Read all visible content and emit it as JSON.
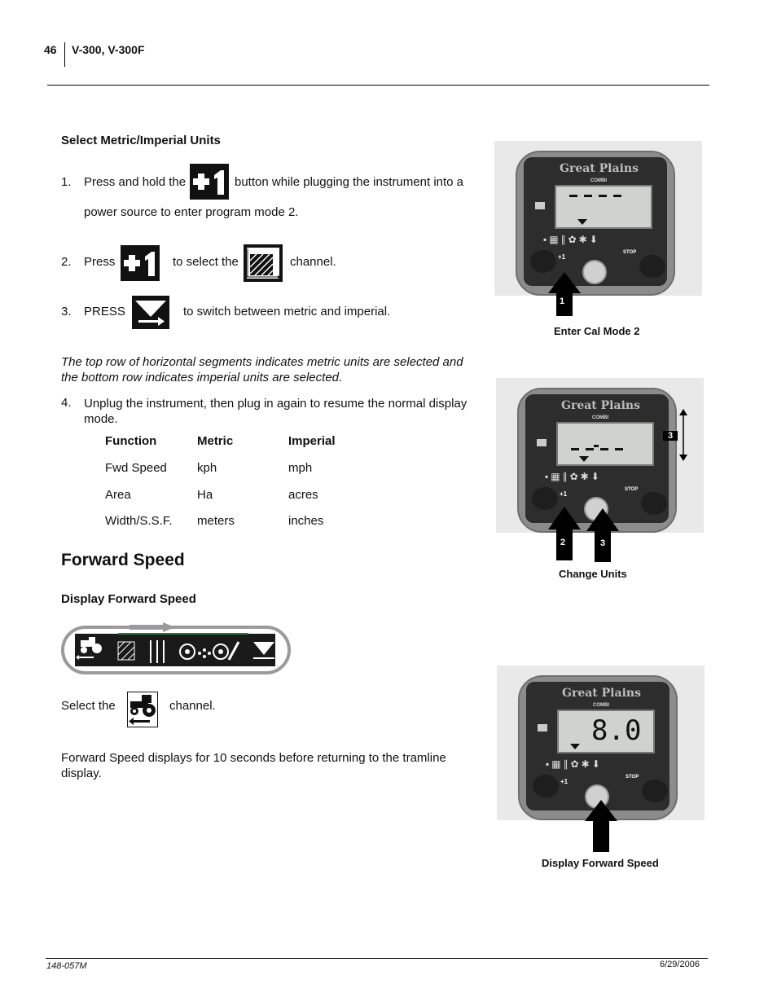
{
  "header": {
    "page_number": "46",
    "model": "V-300, V-300F"
  },
  "footer": {
    "doc_number": "148-057M",
    "date": "6/29/2006"
  },
  "section1": {
    "title": "Select Metric/Imperial Units",
    "step1_num": "1.",
    "step1_a": "Press and hold the",
    "step1_b": "button while plugging the instrument into a",
    "step1_c": "power source to enter program mode 2.",
    "step2_num": "2.",
    "step2_a": "Press",
    "step2_b": "to select the",
    "step2_c": "channel.",
    "step3_num": "3.",
    "step3_a": "PRESS",
    "step3_b": "to switch between metric and imperial.",
    "note": "The top row of horizontal segments indicates metric units are selected and the bottom row indicates imperial units are selected.",
    "step4_num": "4.",
    "step4": "Unplug the instrument, then plug in again to resume the normal display mode."
  },
  "units_table": {
    "headers": [
      "Function",
      "Metric",
      "Imperial"
    ],
    "rows": [
      [
        "Fwd Speed",
        "kph",
        "mph"
      ],
      [
        "Area",
        "Ha",
        "acres"
      ],
      [
        "Width/S.S.F.",
        "meters",
        "inches"
      ]
    ]
  },
  "section2": {
    "title": "Forward Speed",
    "subtitle": "Display Forward Speed",
    "select_a": "Select the",
    "select_b": "channel.",
    "desc": "Forward Speed displays for 10 seconds before returning to the tramline display."
  },
  "figures": {
    "fig1": {
      "caption": "Enter Cal Mode 2",
      "brand": "Great Plains",
      "model": "COMBI",
      "tag1": "1",
      "btn_plus": "+1",
      "btn_stop": "STOP"
    },
    "fig2": {
      "caption": "Change Units",
      "brand": "Great Plains",
      "model": "COMBI",
      "tag2": "2",
      "tag3": "3",
      "tag_side": "3",
      "btn_plus": "+1",
      "btn_stop": "STOP"
    },
    "fig3": {
      "caption": "Display Forward Speed",
      "brand": "Great Plains",
      "model": "COMBI",
      "lcd_value": "8.0",
      "btn_plus": "+1",
      "btn_stop": "STOP"
    }
  },
  "icons": {
    "plus_one": "plus-one-button-icon",
    "area": "area-channel-icon",
    "down_arrow": "down-arrow-button-icon",
    "tractor": "tractor-speed-icon",
    "channel_strip": "channel-strip-icon"
  },
  "colors": {
    "panel": "#2d2d2d",
    "lcd": "#cfd3cf",
    "strip_arrow": "#9a9a9a",
    "strip_line": "#2e7d32"
  }
}
